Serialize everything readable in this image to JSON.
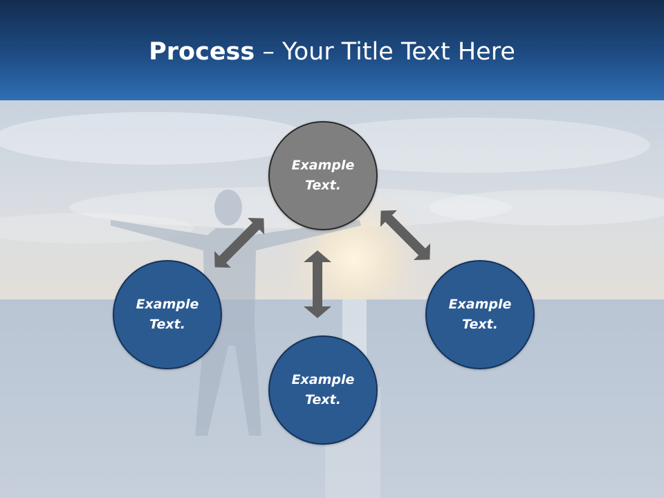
{
  "header": {
    "title_bold": "Process",
    "title_rest": " – Your Title Text Here"
  },
  "colors": {
    "header_dark": "#142d4f",
    "header_light": "#2f6fb3",
    "node_blue": "#2b5a91",
    "node_gray": "#7f7f7f",
    "arrow": "#5f5f5f"
  },
  "nodes": {
    "top": {
      "line1": "Example",
      "line2": "Text."
    },
    "left": {
      "line1": "Example",
      "line2": "Text."
    },
    "right": {
      "line1": "Example",
      "line2": "Text."
    },
    "bottom": {
      "line1": "Example",
      "line2": "Text."
    }
  }
}
